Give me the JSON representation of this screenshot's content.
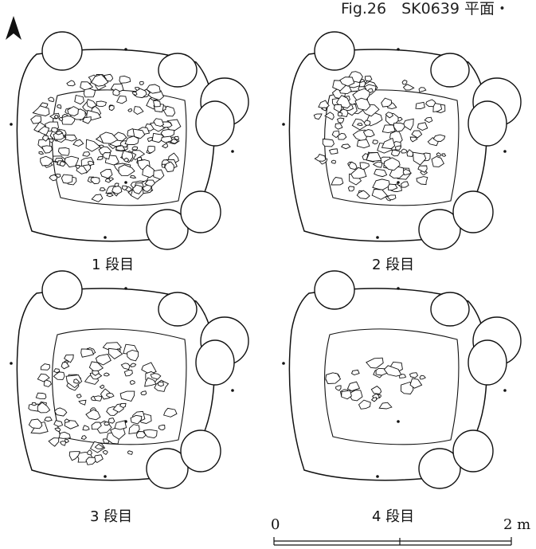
{
  "figure": {
    "title": "Fig.26　SK0639 平面・"
  },
  "panels": [
    {
      "label": "1 段目"
    },
    {
      "label": "2 段目"
    },
    {
      "label": "3 段目"
    },
    {
      "label": "4 段目"
    }
  ],
  "scale_bar": {
    "start": "0",
    "end": "2 m"
  },
  "colors": {
    "line": "#111111",
    "background": "#ffffff"
  }
}
